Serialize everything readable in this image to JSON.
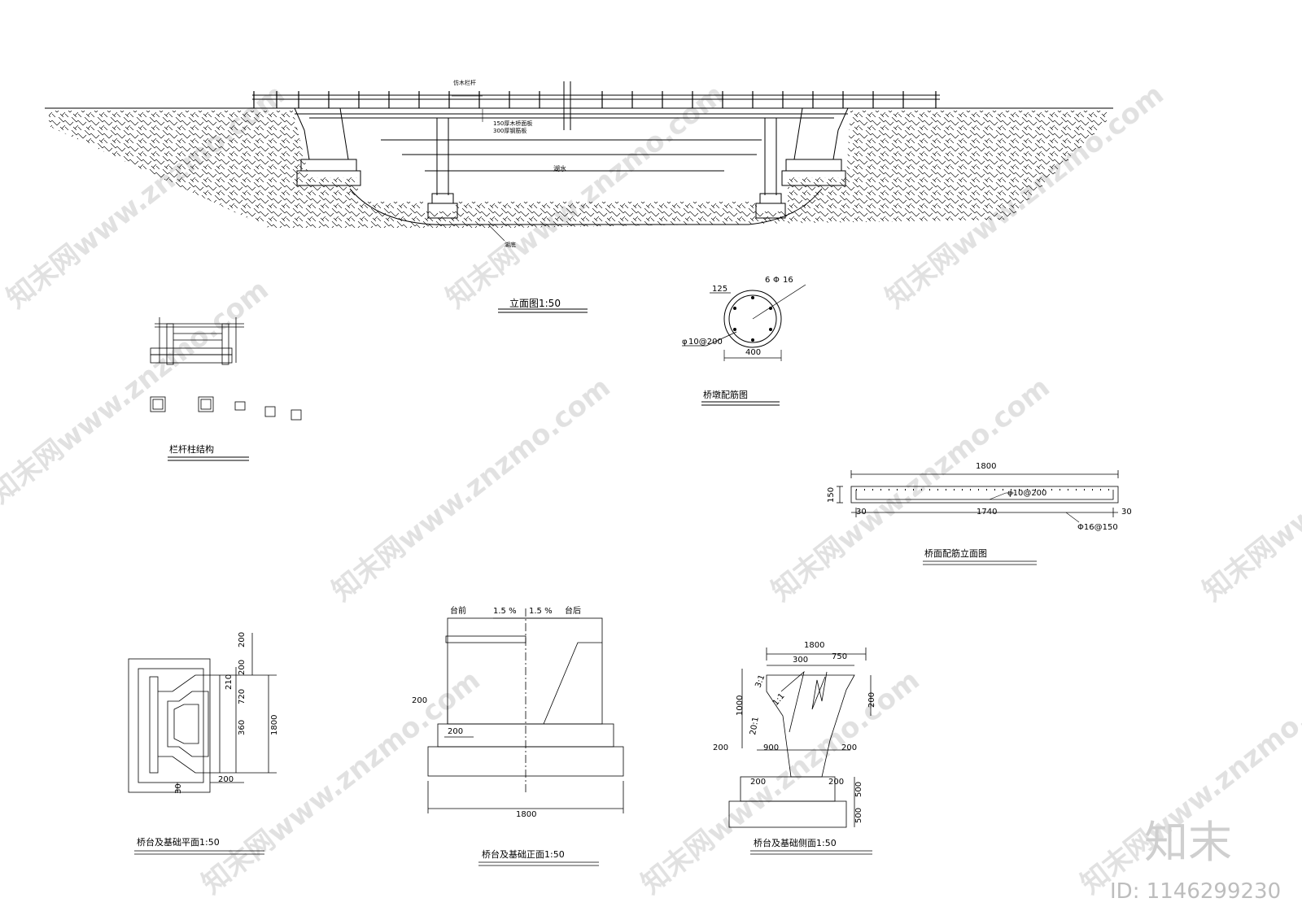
{
  "elevation": {
    "title": "立面图1:50",
    "label_railing": "仿木栏杆",
    "label_deck_a": "150厚木桥面板",
    "label_deck_b": "300厚钢筋板",
    "label_water": "湖水",
    "label_bottom": "湖底"
  },
  "pier_rebar": {
    "title": "桥墩配筋图",
    "main_bars": "6",
    "phi16": "16",
    "cover": "125",
    "stirrup": "10@200",
    "diameter": "400"
  },
  "railing": {
    "title": "栏杆柱结构"
  },
  "deck_rebar": {
    "title": "桥面配筋立面图",
    "length": "1800",
    "height": "150",
    "end_left": "30",
    "inner": "1740",
    "end_right": "30",
    "bar_top": "φ10@200",
    "bar_bottom": "Φ16@150"
  },
  "abut_plan": {
    "title": "桥台及基础平面1:50",
    "d1": "200",
    "d2": "200",
    "d3": "210",
    "d4": "720",
    "d5": "360",
    "total": "1800",
    "d6": "30",
    "d7": "200"
  },
  "abut_front": {
    "title": "桥台及基础正面1:50",
    "front": "台前",
    "slope1": "1.5 %",
    "slope2": "1.5 %",
    "back": "台后",
    "d1": "200",
    "d2": "200",
    "width": "1800"
  },
  "abut_side": {
    "title": "桥台及基础侧面1:50",
    "top": "1800",
    "a": "300",
    "b": "750",
    "h": "1000",
    "r1": "3:1",
    "r2": "20:1",
    "r3": "1:1",
    "right": "200",
    "l200": "200",
    "mid": "900",
    "r200": "200",
    "f1": "200",
    "f2": "200",
    "f3": "500",
    "f4": "500"
  },
  "logo": {
    "brand": "知末",
    "id": "ID: 1146299230"
  },
  "watermark": {
    "text": "知末网www.znzmo.com"
  }
}
